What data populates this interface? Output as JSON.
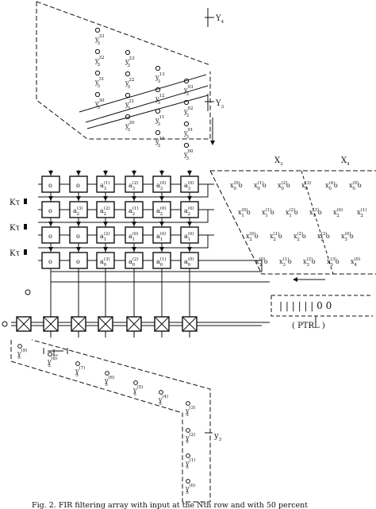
{
  "labels": {
    "y4": "Y",
    "y4_sub": "4",
    "y3": "Y",
    "y3_sub": "3",
    "x3": "X",
    "x3_sub": "3",
    "x4": "X",
    "x4_sub": "4",
    "kt1": "Kτ",
    "kt2": "Kτ",
    "kt3": "Kτ",
    "L": "L",
    "ptrl": "( PTRL )",
    "y3_bottom": "y",
    "y3_bottom_sub": "3"
  },
  "ptrl_bits": "| | | | | | 0 0",
  "top_outputs": [
    {
      "sup": "33",
      "sub": "3"
    },
    {
      "sup": "32",
      "sub": "3"
    },
    {
      "sup": "31",
      "sub": "3"
    },
    {
      "sup": "30",
      "sub": "3"
    },
    {
      "sup": "23",
      "sub": "3"
    },
    {
      "sup": "22",
      "sub": "3"
    },
    {
      "sup": "21",
      "sub": "3"
    },
    {
      "sup": "20",
      "sub": "3"
    },
    {
      "sup": "13",
      "sub": "3"
    },
    {
      "sup": "12",
      "sub": "3"
    },
    {
      "sup": "11",
      "sub": "3"
    },
    {
      "sup": "10",
      "sub": "3"
    },
    {
      "sup": "03",
      "sub": "3"
    },
    {
      "sup": "02",
      "sub": "3"
    },
    {
      "sup": "01",
      "sub": "3"
    },
    {
      "sup": "00",
      "sub": "3"
    }
  ],
  "cell_rows": [
    [
      "o",
      "o",
      "a(1)3",
      "a(2)3",
      "a(0)3",
      "a(0)3"
    ],
    [
      "o",
      "a(3)2",
      "a(2)2",
      "a(1)2",
      "a(0)2",
      "a(0)2"
    ],
    [
      "o",
      "o",
      "a(2)1",
      "a(0)1",
      "a(0)1",
      "a(0)1"
    ],
    [
      "o",
      "o",
      "a(3)0",
      "a(2)0",
      "a(1)0",
      "a(0)0"
    ]
  ],
  "x_rows": [
    [
      "x(0)0o",
      "x(1)0o",
      "x(2)0o",
      "x(3)0",
      "x(4)0o",
      "x(0)0o"
    ],
    [
      "x(0)1o",
      "x(1)1o",
      "x(2)1o",
      "x(3)1o",
      "x(0)2",
      "x(1)2"
    ],
    [
      "x(0)2o",
      "x(1)2o",
      "x(2)2o",
      "x(3)2o",
      "x(0)3o"
    ],
    [
      "x(0)3o",
      "x(1)3o",
      "x(2)3o",
      "x(3)3o",
      "x(0)4"
    ]
  ],
  "bottom_outputs": [
    {
      "sup": "(9)",
      "sub": "3"
    },
    {
      "sup": "(8)",
      "sub": "3"
    },
    {
      "sup": "(7)",
      "sub": "3"
    },
    {
      "sup": "(6)",
      "sub": "3"
    },
    {
      "sup": "(5)",
      "sub": "3"
    },
    {
      "sup": "(4)",
      "sub": "3"
    },
    {
      "sup": "(3)",
      "sub": "3"
    },
    {
      "sup": "(2)",
      "sub": "3"
    },
    {
      "sup": "(1)",
      "sub": "3"
    },
    {
      "sup": "(0)",
      "sub": "3"
    }
  ],
  "caption": "Fig. 2. FIR filtering array with input at the Nth row and with 50 percent"
}
